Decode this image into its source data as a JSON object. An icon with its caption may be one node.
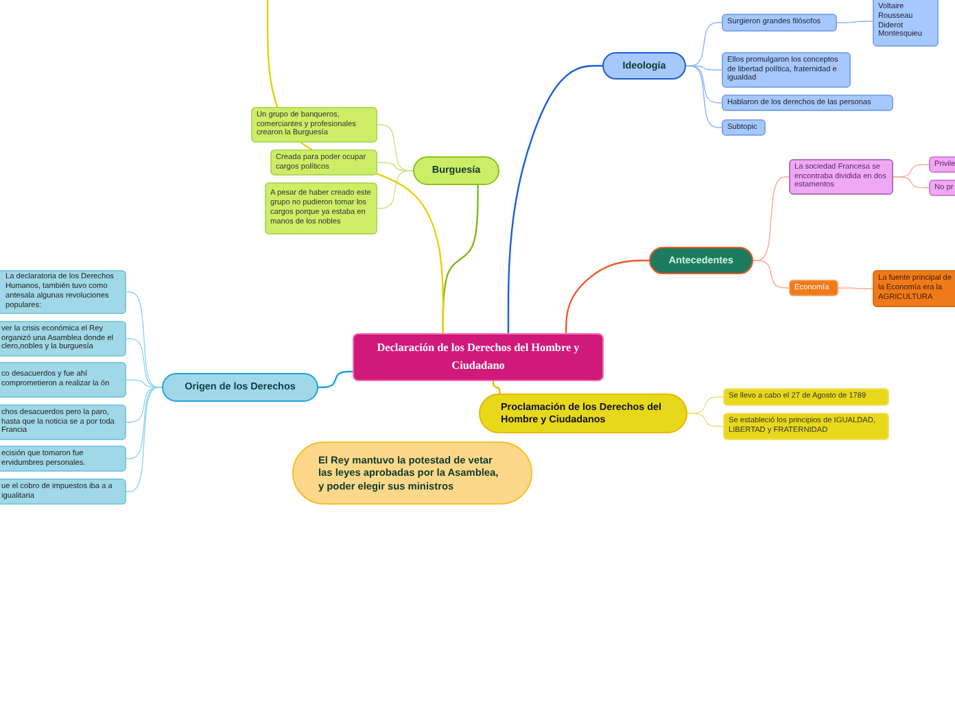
{
  "diagram": {
    "nodes": [
      {
        "text": [
          "Declaración de los Derechos del Hombre y Ciudadano"
        ]
      },
      {
        "text": [
          "Ideología"
        ]
      },
      {
        "text": [
          "Surgieron grandes filósofos"
        ]
      },
      {
        "text": [
          "Voltaire Rousseau Diderot Montesquieu"
        ]
      },
      {
        "text": [
          "Ellos promulgaron los conceptos de libertad política, fraternidad e igualdad"
        ]
      },
      {
        "text": [
          "Hablaron de los derechos  de las personas"
        ]
      },
      {
        "text": [
          "Subtopic"
        ]
      },
      {
        "text": [
          "Burguesía"
        ]
      },
      {
        "text": [
          "Un grupo de banqueros, comerciantes y profesionales crearon la Burguesía"
        ]
      },
      {
        "text": [
          "Creada para poder ocupar cargos políticos"
        ]
      },
      {
        "text": [
          "A pesar de haber creado este grupo no pudieron tomar los cargos porque ya estaba en manos de los nobles"
        ]
      },
      {
        "text": [
          "Antecedentes"
        ]
      },
      {
        "text": [
          "La sociedad Francesa se encontraba dividida en dos estamentos"
        ]
      },
      {
        "text": [
          "Privile"
        ]
      },
      {
        "text": [
          "No pr"
        ]
      },
      {
        "text": [
          "Economía"
        ]
      },
      {
        "text": [
          "La fuente principal de la Economía era la AGRICULTURA"
        ]
      },
      {
        "text": [
          "Origen de los Derechos"
        ]
      },
      {
        "text": [
          "La declaratoria de los Derechos Humanos, también tuvo como antesala algunas revoluciones populares:"
        ]
      },
      {
        "text": [
          "ver la crisis económica el Rey organizó una Asamblea donde el clero,nobles y la burguesía"
        ]
      },
      {
        "text": [
          "co desacuerdos y fue ahí comprometieron a realizar la ón"
        ]
      },
      {
        "text": [
          "chos desacuerdos pero la paro, hasta que la noticia se a por toda Francia"
        ]
      },
      {
        "text": [
          "ecisión que tomaron fue ervidumbres personales."
        ]
      },
      {
        "text": [
          "ue el cobro de impuestos iba a a igualitaria"
        ]
      },
      {
        "text": [
          "Proclamación de los Derechos del Hombre y Ciudadanos"
        ]
      },
      {
        "text": [
          "Se llevo a cabo el 27 de Agosto de 1789"
        ]
      },
      {
        "text": [
          "Se estableció los principios de IGUALDAD, LIBERTAD y FRATERNIDAD"
        ]
      },
      {
        "text": [
          "El Rey mantuvo la potestad de vetar las leyes aprobadas por la Asamblea, y poder elegir sus ministros"
        ]
      }
    ],
    "edges": [
      {
        "from": 0,
        "to": 1,
        "arrow": "none",
        "color": "#1a5fd1"
      },
      {
        "from": 1,
        "to": 2,
        "arrow": "none",
        "color": "#8ab4f8"
      },
      {
        "from": 2,
        "to": 3,
        "arrow": "none",
        "color": "#8ab4f8"
      },
      {
        "from": 1,
        "to": 4,
        "arrow": "none",
        "color": "#8ab4f8"
      },
      {
        "from": 1,
        "to": 5,
        "arrow": "none",
        "color": "#8ab4f8"
      },
      {
        "from": 1,
        "to": 6,
        "arrow": "none",
        "color": "#8ab4f8"
      },
      {
        "from": 0,
        "to": 7,
        "arrow": "none",
        "color": "#7fb81c"
      },
      {
        "from": 7,
        "to": 8,
        "arrow": "none",
        "color": "#c8e47e"
      },
      {
        "from": 7,
        "to": 9,
        "arrow": "none",
        "color": "#c8e47e"
      },
      {
        "from": 7,
        "to": 10,
        "arrow": "none",
        "color": "#c8e47e"
      },
      {
        "from": 0,
        "to": 11,
        "arrow": "none",
        "color": "#f05a28"
      },
      {
        "from": 11,
        "to": 12,
        "arrow": "none",
        "color": "#f9a98a"
      },
      {
        "from": 12,
        "to": 13,
        "arrow": "none",
        "color": "#f9a98a"
      },
      {
        "from": 12,
        "to": 14,
        "arrow": "none",
        "color": "#f9a98a"
      },
      {
        "from": 11,
        "to": 15,
        "arrow": "none",
        "color": "#f9a98a"
      },
      {
        "from": 15,
        "to": 16,
        "arrow": "none",
        "color": "#f9a98a"
      },
      {
        "from": 0,
        "to": 17,
        "arrow": "none",
        "color": "#1aa3e0"
      },
      {
        "from": 17,
        "to": 18,
        "arrow": "none",
        "color": "#8fd3ef"
      },
      {
        "from": 17,
        "to": 19,
        "arrow": "none",
        "color": "#8fd3ef"
      },
      {
        "from": 17,
        "to": 20,
        "arrow": "none",
        "color": "#8fd3ef"
      },
      {
        "from": 17,
        "to": 21,
        "arrow": "none",
        "color": "#8fd3ef"
      },
      {
        "from": 17,
        "to": 22,
        "arrow": "none",
        "color": "#8fd3ef"
      },
      {
        "from": 17,
        "to": 23,
        "arrow": "none",
        "color": "#8fd3ef"
      },
      {
        "from": 0,
        "to": 24,
        "arrow": "none",
        "color": "#e8b800"
      },
      {
        "from": 24,
        "to": 25,
        "arrow": "none",
        "color": "#f5dc7a"
      },
      {
        "from": 24,
        "to": 26,
        "arrow": "none",
        "color": "#f5dc7a"
      },
      {
        "from": 0,
        "to": null,
        "arrow": "none",
        "color": "#e8d000"
      }
    ]
  }
}
